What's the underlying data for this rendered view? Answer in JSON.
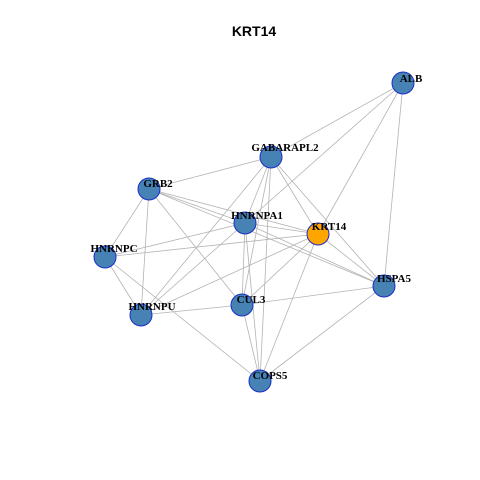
{
  "title": "KRT14",
  "colors": {
    "node_default": "#4682b4",
    "node_focus": "#ffa500",
    "node_border": "#1a2ec8",
    "edge": "#b3b3b3"
  },
  "nodes": [
    {
      "id": "ALB",
      "label": "ALB",
      "focus": false
    },
    {
      "id": "GABARAPL2",
      "label": "GABARAPL2",
      "focus": false
    },
    {
      "id": "GRB2",
      "label": "GRB2",
      "focus": false
    },
    {
      "id": "HNRNPA1",
      "label": "HNRNPA1",
      "focus": false
    },
    {
      "id": "KRT14",
      "label": "KRT14",
      "focus": true
    },
    {
      "id": "HNRNPC",
      "label": "HNRNPC",
      "focus": false
    },
    {
      "id": "HSPA5",
      "label": "HSPA5",
      "focus": false
    },
    {
      "id": "CUL3",
      "label": "CUL3",
      "focus": false
    },
    {
      "id": "HNRNPU",
      "label": "HNRNPU",
      "focus": false
    },
    {
      "id": "COPS5",
      "label": "COPS5",
      "focus": false
    }
  ],
  "edges": [
    [
      "ALB",
      "GABARAPL2"
    ],
    [
      "ALB",
      "HNRNPA1"
    ],
    [
      "ALB",
      "KRT14"
    ],
    [
      "ALB",
      "HSPA5"
    ],
    [
      "GABARAPL2",
      "GRB2"
    ],
    [
      "GABARAPL2",
      "HNRNPA1"
    ],
    [
      "GABARAPL2",
      "KRT14"
    ],
    [
      "GABARAPL2",
      "CUL3"
    ],
    [
      "GABARAPL2",
      "HNRNPU"
    ],
    [
      "GABARAPL2",
      "HSPA5"
    ],
    [
      "GABARAPL2",
      "COPS5"
    ],
    [
      "GRB2",
      "HNRNPA1"
    ],
    [
      "GRB2",
      "KRT14"
    ],
    [
      "GRB2",
      "HNRNPC"
    ],
    [
      "GRB2",
      "CUL3"
    ],
    [
      "GRB2",
      "HNRNPU"
    ],
    [
      "GRB2",
      "HSPA5"
    ],
    [
      "HNRNPA1",
      "KRT14"
    ],
    [
      "HNRNPA1",
      "HNRNPC"
    ],
    [
      "HNRNPA1",
      "HNRNPU"
    ],
    [
      "HNRNPA1",
      "CUL3"
    ],
    [
      "HNRNPA1",
      "HSPA5"
    ],
    [
      "HNRNPA1",
      "COPS5"
    ],
    [
      "KRT14",
      "HNRNPC"
    ],
    [
      "KRT14",
      "HNRNPU"
    ],
    [
      "KRT14",
      "CUL3"
    ],
    [
      "KRT14",
      "HSPA5"
    ],
    [
      "KRT14",
      "COPS5"
    ],
    [
      "HNRNPC",
      "HNRNPU"
    ],
    [
      "HNRNPC",
      "COPS5"
    ],
    [
      "HNRNPU",
      "CUL3"
    ],
    [
      "HSPA5",
      "CUL3"
    ],
    [
      "HSPA5",
      "COPS5"
    ],
    [
      "CUL3",
      "COPS5"
    ]
  ]
}
